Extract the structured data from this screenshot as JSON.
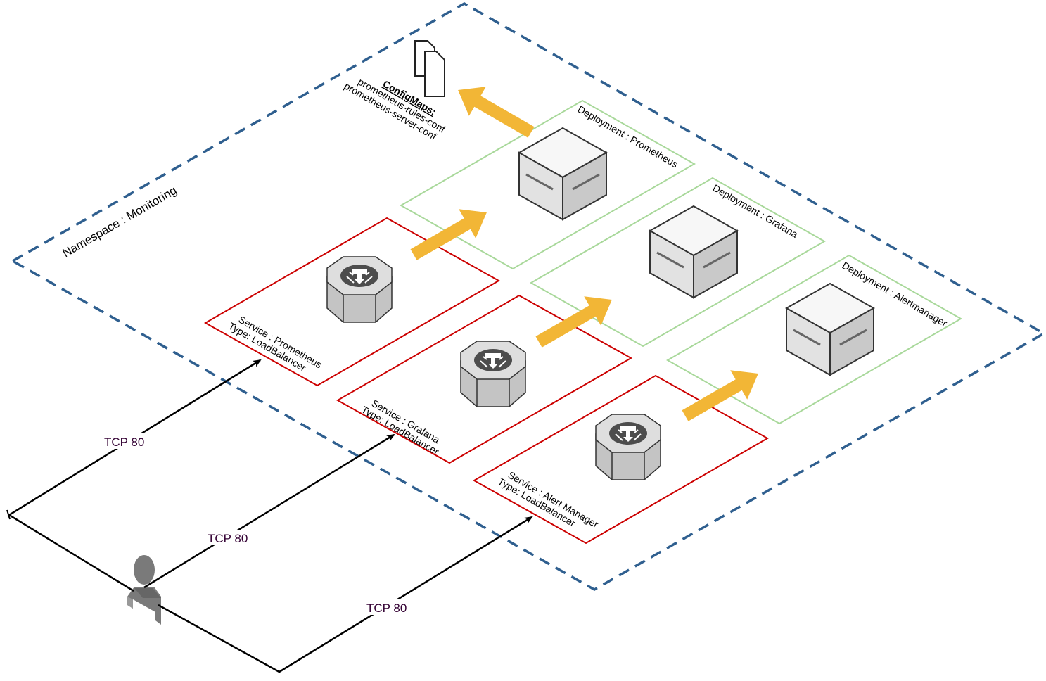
{
  "namespace": {
    "label": "Namespace : Monitoring",
    "border_color": "#2f5f8f"
  },
  "configmaps": {
    "title": "ConfigMaps:",
    "items": [
      "prometheus-rules-conf",
      "prometheus-server-conf"
    ],
    "icon": "document-pair-icon"
  },
  "deployments": [
    {
      "label": "Deployment : Prometheus",
      "icon": "server-box-icon"
    },
    {
      "label": "Deployment : Grafana",
      "icon": "server-box-icon"
    },
    {
      "label": "Deployment : Alertmanager",
      "icon": "server-box-icon"
    }
  ],
  "services": [
    {
      "name": "Service : Prometheus",
      "type": "Type: LoadBalancer",
      "icon": "load-balancer-icon"
    },
    {
      "name": "Service : Grafana",
      "type": "Type: LoadBalancer",
      "icon": "load-balancer-icon"
    },
    {
      "name": "Service : Alert Manager",
      "type": "Type: LoadBalancer",
      "icon": "load-balancer-icon"
    }
  ],
  "connections": [
    {
      "label": "TCP 80"
    },
    {
      "label": "TCP 80"
    },
    {
      "label": "TCP 80"
    }
  ],
  "user": {
    "icon": "user-icon"
  },
  "colors": {
    "deployment_border": "#a8d89a",
    "service_border": "#cc0000",
    "arrow_fill": "#f2b636",
    "tcp_text": "#330033"
  }
}
